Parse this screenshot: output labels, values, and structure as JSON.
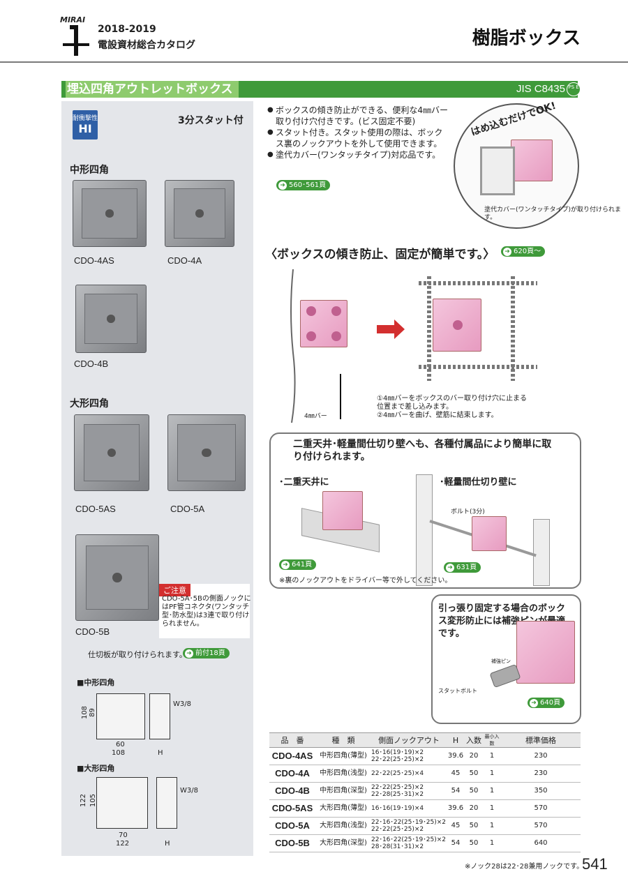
{
  "header": {
    "logo_text": "MIRAI",
    "year": "2018-2019",
    "catalog": "電設資材総合カタログ",
    "category": "樹脂ボックス"
  },
  "section": {
    "title": "埋込四角アウトレットボックス",
    "jis": "JIS C8435",
    "pse": "PS E"
  },
  "left": {
    "badge_top": "耐衝撃性",
    "badge_main": "HI",
    "stud": "3分スタット付",
    "medium_group": "中形四角",
    "large_group": "大形四角",
    "products": [
      "CDO-4AS",
      "CDO-4A",
      "CDO-4B",
      "CDO-5AS",
      "CDO-5A",
      "CDO-5B"
    ],
    "caution_head": "ご注意",
    "caution_text": "CDO-5A･5Bの側面ノックにはPF管コネクタ(ワンタッチ型･防水型)は3連で取り付けられません。",
    "partition": "仕切板が取り付けられます。",
    "partition_ref": "前付18頁",
    "dim_medium": {
      "title": "■中形四角",
      "h1": "108",
      "h2": "89",
      "w1": "60",
      "w2": "108",
      "side": "W3/8",
      "h": "H"
    },
    "dim_large": {
      "title": "■大形四角",
      "h1": "122",
      "h2": "105",
      "w1": "70",
      "w2": "122",
      "side": "W3/8",
      "h": "H"
    }
  },
  "features": {
    "b1": "ボックスの傾き防止ができる、便利な4㎜バー取り付け穴付きです。(ビス固定不要)",
    "b2": "スタット付き。スタット使用の際は、ボックス裏のノックアウトを外して使用できます。",
    "b3": "塗代カバー(ワンタッチタイプ)対応品です。",
    "ref": "560･561頁",
    "circle_title": "はめ込むだけでOK!",
    "circle_caption": "塗代カバー(ワンタッチタイプ)が取り付けられます。"
  },
  "tilt": {
    "title": "〈ボックスの傾き防止、固定が簡単です。〉",
    "ref": "620頁～",
    "step1": "①4㎜バーをボックスのバー取り付け穴に止まる位置まで差し込みます。",
    "step2": "②4㎜バーを曲げ、壁筋に結束します。",
    "bar_label": "4㎜バー"
  },
  "ceiling": {
    "heading": "二重天井･軽量間仕切り壁へも、各種付属品により簡単に取り付けられます。",
    "a": "･二重天井に",
    "b": "･軽量間仕切り壁に",
    "bolt": "ボルト(3分)",
    "ref_a": "641頁",
    "ref_b": "631頁",
    "note": "※裏のノックアウトをドライバー等で外してください。"
  },
  "pin": {
    "heading": "引っ張り固定する場合のボックス変形防止には補強ピンが最適です。",
    "pin_label": "補強ピン",
    "stud_label": "スタットボルト",
    "ref": "640頁"
  },
  "table": {
    "headers": [
      "品　番",
      "種　類",
      "側面ノックアウト",
      "H",
      "入数",
      "最小入数",
      "標準価格"
    ],
    "rows": [
      {
        "code": "CDO-4AS",
        "type": "中形四角(薄型)",
        "knock1": "16･16(19･19)×2",
        "knock2": "22･22(25･25)×2",
        "h": "39.6",
        "qty": "20",
        "min": "1",
        "price": "230"
      },
      {
        "code": "CDO-4A",
        "type": "中形四角(浅型)",
        "knock1": "22･22(25･25)×4",
        "knock2": "",
        "h": "45",
        "qty": "50",
        "min": "1",
        "price": "230"
      },
      {
        "code": "CDO-4B",
        "type": "中形四角(深型)",
        "knock1": "22･22(25･25)×2",
        "knock2": "22･28(25･31)×2",
        "h": "54",
        "qty": "50",
        "min": "1",
        "price": "350"
      },
      {
        "code": "CDO-5AS",
        "type": "大形四角(薄型)",
        "knock1": "16･16(19･19)×4",
        "knock2": "",
        "h": "39.6",
        "qty": "20",
        "min": "1",
        "price": "570"
      },
      {
        "code": "CDO-5A",
        "type": "大形四角(浅型)",
        "knock1": "22･16･22(25･19･25)×2",
        "knock2": "22･22(25･25)×2",
        "h": "45",
        "qty": "50",
        "min": "1",
        "price": "570"
      },
      {
        "code": "CDO-5B",
        "type": "大形四角(深型)",
        "knock1": "22･16･22(25･19･25)×2",
        "knock2": "28･28(31･31)×2",
        "h": "54",
        "qty": "50",
        "min": "1",
        "price": "640"
      }
    ]
  },
  "footnote": "※ノック28は22･28兼用ノックです。",
  "page_number": "541",
  "colors": {
    "green": "#3f9a3a",
    "light_green": "#8ecb6e",
    "panel": "#e4e6ea",
    "pink": "#e79bc0"
  }
}
